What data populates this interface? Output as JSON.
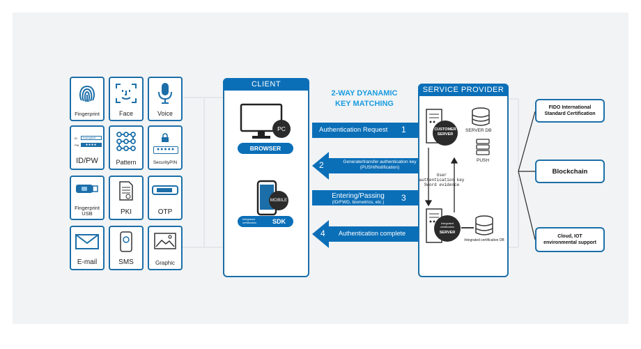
{
  "methods": [
    {
      "label": "Fingerprint",
      "icon": "fingerprint-icon"
    },
    {
      "label": "Face",
      "icon": "face-icon"
    },
    {
      "label": "Voice",
      "icon": "microphone-icon"
    },
    {
      "label": "ID/PW",
      "icon": "id-password-icon",
      "field_id": "ID",
      "field_pw": "PW",
      "field_value": "exampleid"
    },
    {
      "label": "Pattern",
      "icon": "pattern-icon"
    },
    {
      "label": "SecurityPIN",
      "icon": "lock-icon"
    },
    {
      "label": "Fingerprint USB",
      "icon": "usb-icon"
    },
    {
      "label": "PKI",
      "icon": "document-icon"
    },
    {
      "label": "OTP",
      "icon": "otp-icon"
    },
    {
      "label": "E-mail",
      "icon": "envelope-icon"
    },
    {
      "label": "SMS",
      "icon": "phone-icon"
    },
    {
      "label": "Graphic",
      "icon": "image-icon"
    }
  ],
  "client": {
    "title": "CLIENT",
    "pc_badge": "PC",
    "browser_label": "BROWSER",
    "mobile_badge": "MOBILE",
    "sdk_prefix": "Integrated certification",
    "sdk_label": "SDK"
  },
  "heading": {
    "line1": "2-WAY DYANAMIC",
    "line2": "KEY MATCHING"
  },
  "steps": [
    {
      "num": "1",
      "text": "Authentication Request",
      "sub": ""
    },
    {
      "num": "2",
      "text": "Generate/transfer authentication key",
      "sub": "(PUSH/Notification)"
    },
    {
      "num": "3",
      "text": "Entering/Passing",
      "sub": "(ID/FWD, biometrics, etc.)"
    },
    {
      "num": "4",
      "text": "Authentication complete",
      "sub": ""
    }
  ],
  "service": {
    "title": "SERVICE PROVIDER",
    "customer_server": "CUSTOMER SERVER",
    "server_db": "SERVER DB",
    "push": "PUSH",
    "evidence_line1": "User",
    "evidence_line2": "authentication key",
    "evidence_line3": "Sword evidence",
    "int_server_prefix": "Integrated certification",
    "int_server": "SERVER",
    "int_db": "Integrated certification DB"
  },
  "right_boxes": [
    {
      "line1": "FIDO International",
      "line2": "Standard Certification"
    },
    {
      "line1": "Blockchain",
      "line2": ""
    },
    {
      "line1": "Cloud, IOT",
      "line2": "environmental support"
    }
  ],
  "colors": {
    "primary": "#0b6fb8",
    "border": "#1b6ea8",
    "background": "#f1f3f5",
    "badge": "#2b2b2b",
    "heading": "#1a9be0"
  }
}
